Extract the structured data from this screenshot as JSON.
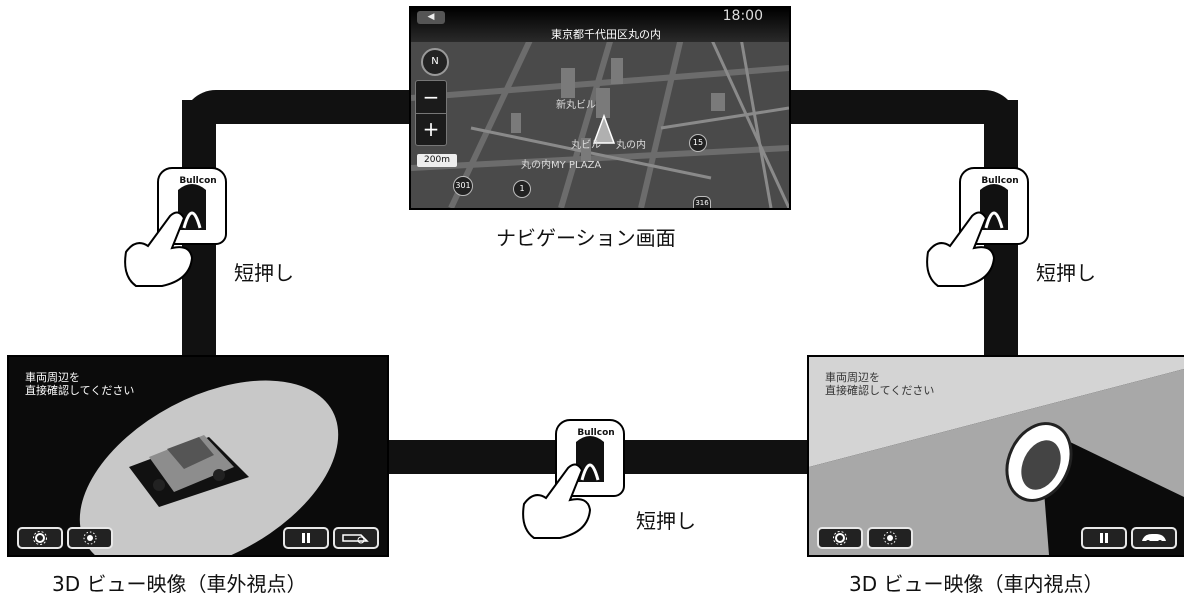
{
  "navigation_screen": {
    "caption": "ナビゲーション画面",
    "time": "18:00",
    "address": "東京都千代田区丸の内",
    "scale": "200m",
    "compass": "N",
    "zoom_out": "−",
    "zoom_in": "+",
    "route_numbers": [
      "301",
      "1",
      "15",
      "316"
    ],
    "map_labels": [
      "新丸ビル",
      "丸ビル",
      "丸の内",
      "丸の内MY PLAZA"
    ]
  },
  "button_device": {
    "brand": "Bullcon"
  },
  "transitions": {
    "left_label": "短押し",
    "right_label": "短押し",
    "bottom_label": "短押し"
  },
  "view_outside": {
    "caption": "3D ビュー映像（車外視点）",
    "message_line1": "車両周辺を",
    "message_line2": "直接確認してください"
  },
  "view_inside": {
    "caption": "3D ビュー映像（車内視点）",
    "message_line1": "車両周辺を",
    "message_line2": "直接確認してください"
  },
  "colors": {
    "track": "#111111",
    "ellipse": "#c8c8c8",
    "inside_light": "#d4d4d4"
  }
}
